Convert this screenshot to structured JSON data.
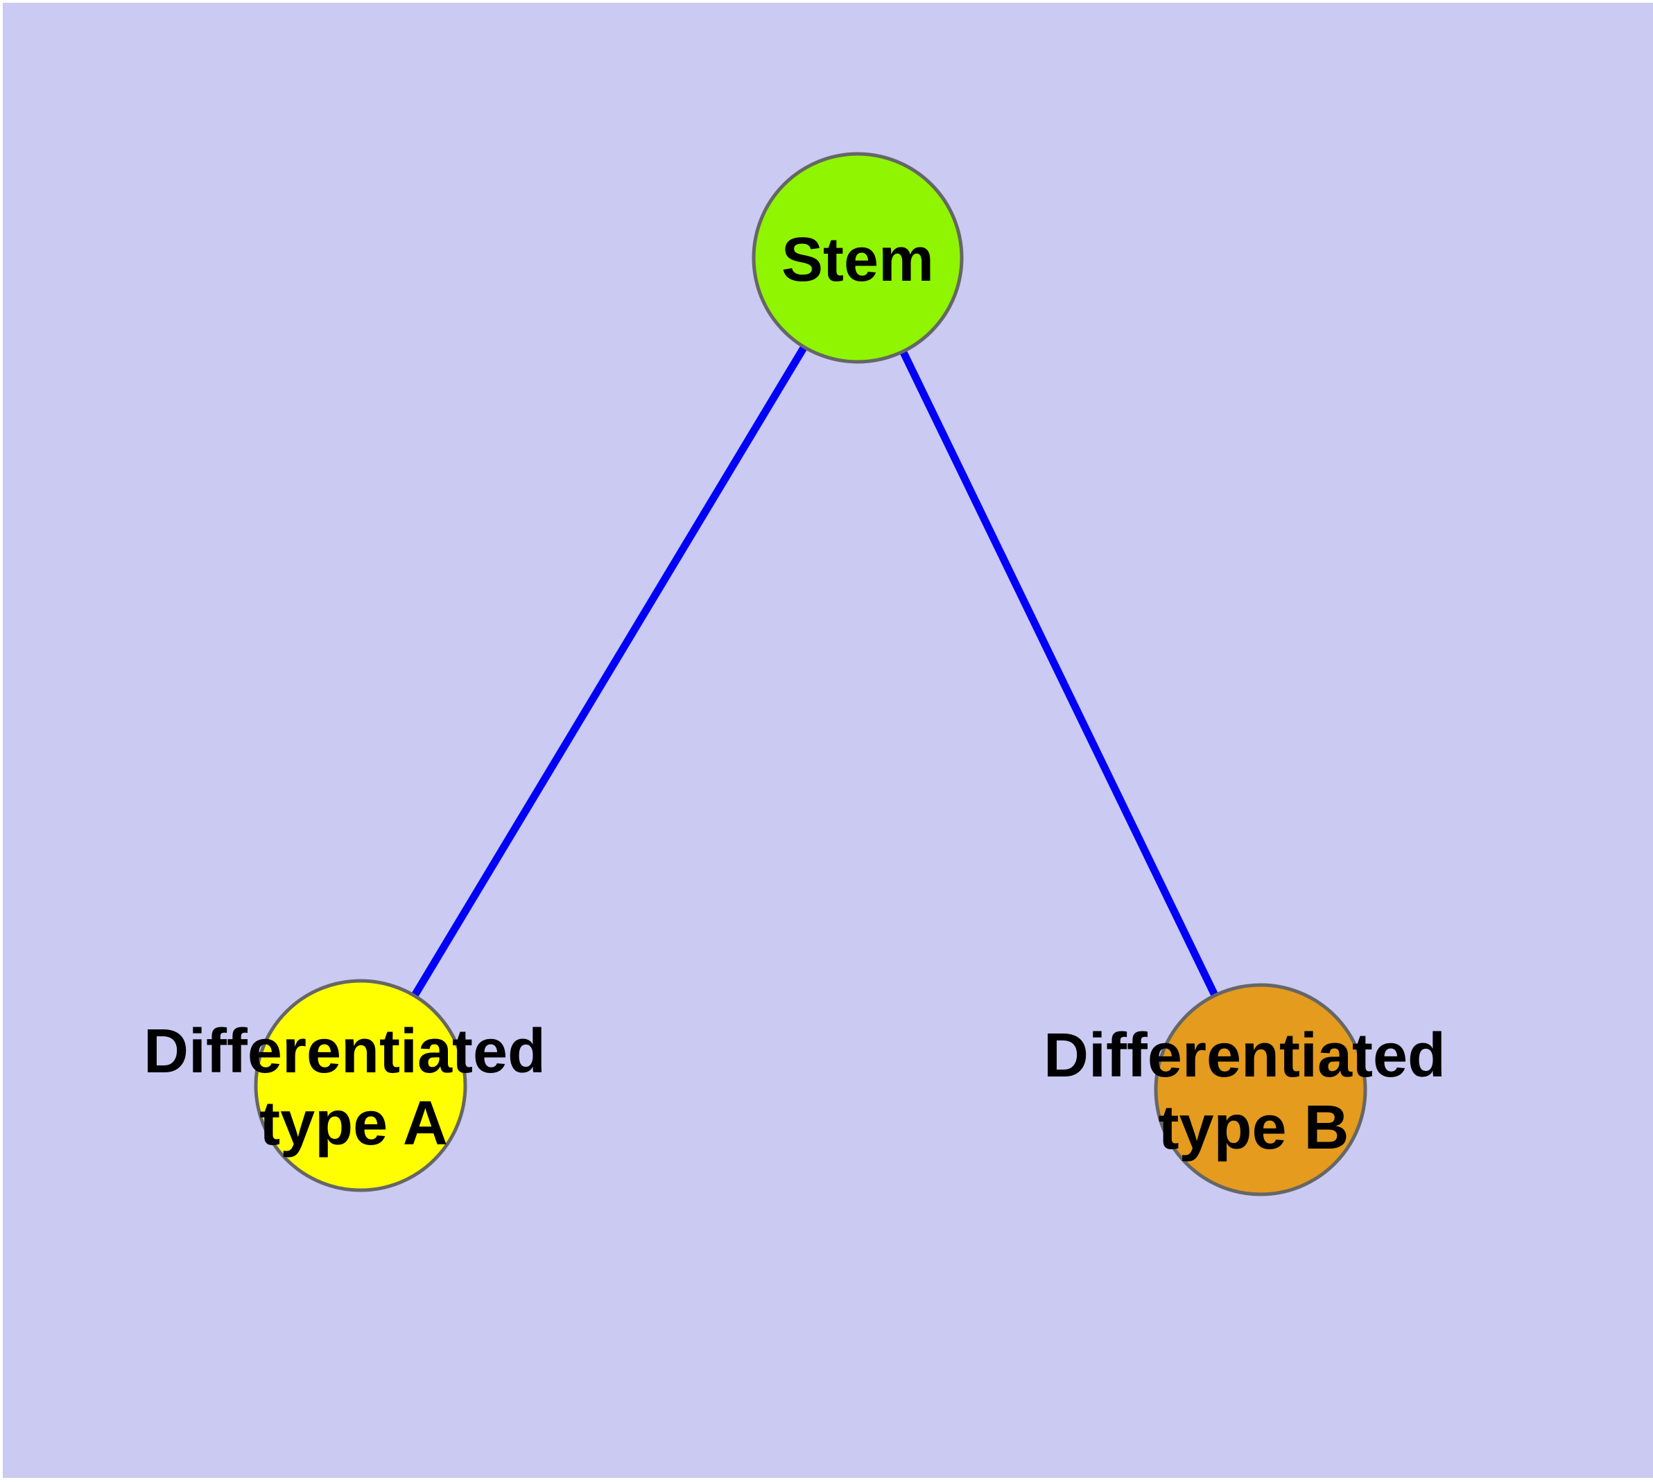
{
  "diagram": {
    "title": "Stem cell differentiation diagram",
    "background_color": "#CACAF2",
    "frame_color": "#FFFFFF",
    "node_border_color": "#666666",
    "edge_color": "#0000F8",
    "label_color": "#000000",
    "nodes": {
      "stem": {
        "label": "Stem",
        "fill": "#8FF500"
      },
      "type_a": {
        "label_line1": "Differentiated",
        "label_line2": "type A",
        "fill": "#FFFF00"
      },
      "type_b": {
        "label_line1": "Differentiated",
        "label_line2": "type B",
        "fill": "#E49B1E"
      }
    },
    "edges": [
      {
        "from": "Stem",
        "to": "Differentiated type A"
      },
      {
        "from": "Stem",
        "to": "Differentiated type B"
      }
    ]
  }
}
